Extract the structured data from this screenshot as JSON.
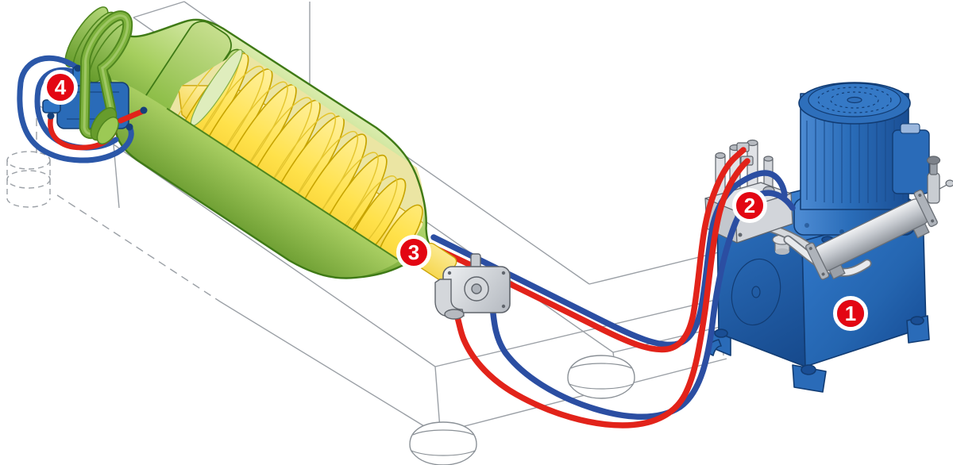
{
  "illustration": {
    "background_color": "#FFFFFF",
    "type": "isometric-cutaway-technical-illustration",
    "callouts": [
      {
        "number": "1",
        "component": "hydraulic-power-unit"
      },
      {
        "number": "2",
        "component": "valve-manifold"
      },
      {
        "number": "3",
        "component": "rotary-scroll-drive"
      },
      {
        "number": "4",
        "component": "bowl-drive-pump"
      }
    ],
    "colors": {
      "callout_red": "#E30613",
      "hose_pressure_red": "#E2231A",
      "hose_return_blue": "#2B4EA2",
      "machine_green": "#8FBF4A",
      "machine_green_dark": "#3F7A16",
      "scroll_yellow": "#FFE152",
      "equipment_blue": "#2A6BB8",
      "equipment_blue_dark": "#123C73",
      "steel_gray": "#D5D8DC",
      "frame_line_gray": "#9BA0A6"
    }
  }
}
